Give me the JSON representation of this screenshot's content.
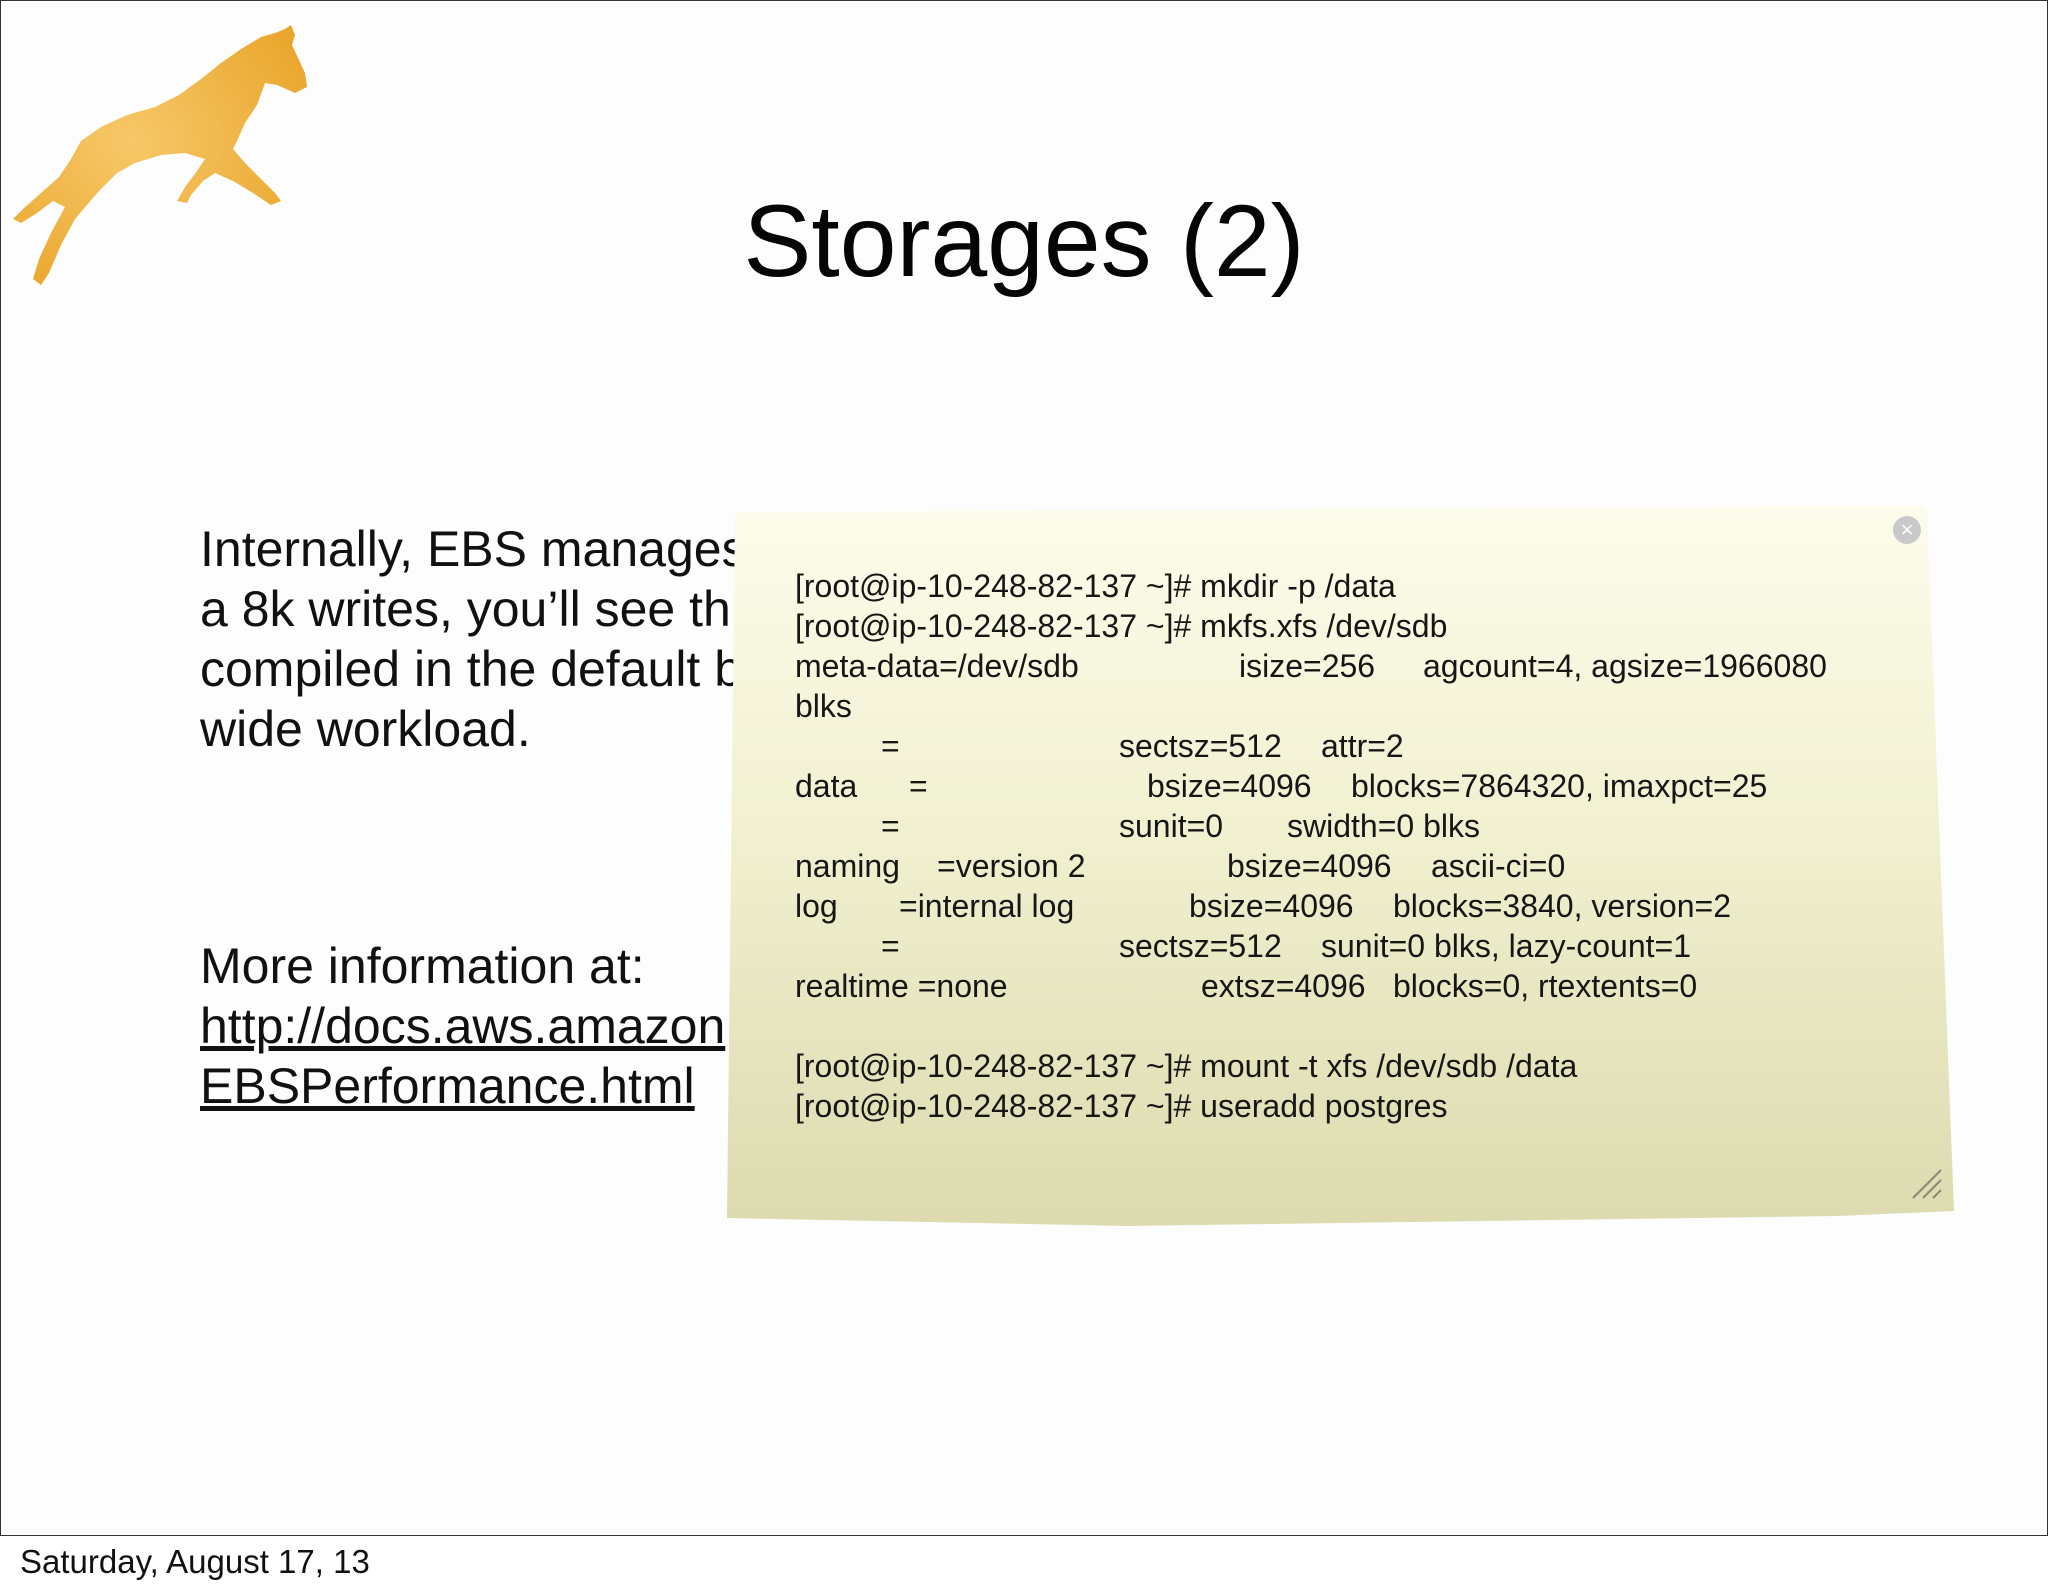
{
  "slide": {
    "title": "Storages (2)",
    "body_lines": [
      "Internally, EBS manages",
      "a 8k writes, you’ll see th",
      "compiled in the default b",
      "wide workload."
    ],
    "more_info_label": "More information at:",
    "link_lines": [
      "http://docs.aws.amazon",
      "EBSPerformance.html"
    ]
  },
  "note": {
    "close_icon": "close-icon",
    "resize_icon": "resize-grip-icon",
    "terminal": {
      "cmd1": "[root@ip-10-248-82-137 ~]# mkdir -p /data",
      "cmd2": "[root@ip-10-248-82-137 ~]# mkfs.xfs /dev/sdb",
      "r1a": "meta-data=/dev/sdb",
      "r1b": "isize=256",
      "r1c": "agcount=4, agsize=1966080",
      "r2a": "blks",
      "r3a": "=",
      "r3b": "sectsz=512",
      "r3c": "attr=2",
      "r4a": "data",
      "r4b": "=",
      "r4c": "bsize=4096",
      "r4d": "blocks=7864320, imaxpct=25",
      "r5a": "=",
      "r5b": "sunit=0",
      "r5c": "swidth=0 blks",
      "r6a": "naming",
      "r6b": "=version 2",
      "r6c": "bsize=4096",
      "r6d": "ascii-ci=0",
      "r7a": "log",
      "r7b": "=internal log",
      "r7c": "bsize=4096",
      "r7d": "blocks=3840, version=2",
      "r8a": "=",
      "r8b": "sectsz=512",
      "r8c": "sunit=0 blks, lazy-count=1",
      "r9a": "realtime =none",
      "r9b": "extsz=4096",
      "r9c": "blocks=0, rtextents=0",
      "cmd3": "[root@ip-10-248-82-137 ~]# mount -t xfs /dev/sdb /data",
      "cmd4": "[root@ip-10-248-82-137 ~]# useradd postgres"
    }
  },
  "footer": {
    "date": "Saturday, August 17, 13"
  },
  "colors": {
    "note_top": "#fdfcec",
    "note_bottom": "#dcdaae",
    "logo": "#f0b440"
  },
  "logo_icon": "horse-logo"
}
